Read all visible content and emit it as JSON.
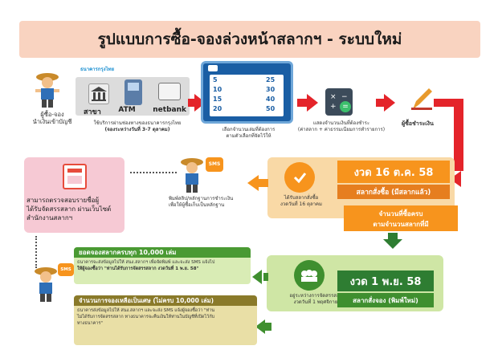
{
  "title": "รูปแบบการซื้อ-จองล่วงหน้าสลากฯ - ระบบใหม่",
  "step1": {
    "buyer_label": "ผู้ซื้อ-จอง",
    "buyer_sub": "นำเงินเข้าบัญชี",
    "bank_name": "ธนาคารกรุงไทย",
    "channels": [
      "สาขา",
      "ATM",
      "netbank"
    ],
    "service_text": "ใช้บริการผ่านช่องทางของธนาคารกรุงไทย",
    "period_text": "(จองระหว่างวันที่ 3-7 ตุลาคม)"
  },
  "step2": {
    "numbers_left": [
      "5",
      "10",
      "15",
      "20"
    ],
    "numbers_right": [
      "25",
      "30",
      "40",
      "50"
    ],
    "text1": "เลือกจำนวนเล่มที่ต้องการ",
    "text2": "ตามตัวเลือกที่จัดไว้ให้"
  },
  "step3": {
    "text1": "แสดงจำนวนเงินที่ต้องชำระ",
    "text2": "(ค่าสลาก + ค่าธรรมเนียมการทำรายการ)"
  },
  "step4": {
    "payer_label": "ผู้ซื้อชำระเงิน"
  },
  "orange": {
    "date_label": "งวด 16 ต.ค. 58",
    "status_label": "สลากสั่งซื้อ (มีสลากแล้ว)",
    "small1": "ได้รับสลากสั่งซื้อ",
    "small2": "งวดวันที่ 16 ตุลาคม",
    "orange_banner1": "จำนวนที่ซื้อครบ",
    "orange_banner2": "ตามจำนวนสลากที่มี"
  },
  "middle": {
    "slip_text1": "พิมพ์สลิป/หลักฐานการชำระเงิน",
    "slip_text2": "เพื่อให้ผู้ซื้อเก็บเป็นหลักฐาน",
    "sms_label": "SMS"
  },
  "pink": {
    "text1": "สามารถตรวจสอบรายชื่อผู้",
    "text2": "ได้รับจัดสรรสลาก ผ่านเว็บไซต์",
    "text3": "สำนักงานสลากฯ"
  },
  "green": {
    "date_label": "งวด 1 พ.ย. 58",
    "status_label": "สลากสั่งจอง (พิมพ์ใหม่)",
    "small1": "อยู่ระหว่างการจัดสรรสลาก",
    "small2": "งวดวันที่ 1 พฤศจิกายน"
  },
  "box1": {
    "heading": "ยอดจองสลากครบทุก 10,000 เล่ม",
    "line1": "ธนาคารจะส่งข้อมูลไปให้ สนง.สลากฯ เพื่อจัดพิมพ์ และจะส่ง SMS แจ้งไป",
    "line2": "ให้ผู้จองซื้อว่า \"ท่านได้รับการจัดสรรสลาก งวดวันที่ 1 พ.ย. 58\""
  },
  "box2": {
    "heading": "จำนวนการจองเหลือเป็นเศษ (ไม่ครบ 10,000 เล่ม)",
    "line1": "ธนาคารส่งข้อมูลไปให้ สนง.สลากฯ และจะส่ง SMS แจ้งผู้จองซื้อว่า \"ท่าน",
    "line2": "ไม่ได้รับการจัดสรรสลาก ทางธนาคารจะคืนเงินให้ท่านในบัญชีที่เปิดไว้กับ",
    "line3": "ทางธนาคาร\""
  },
  "colors": {
    "red": "#e4242a",
    "orange": "#f7941d",
    "green": "#3f8f2f",
    "title_bg": "#f9d3c0"
  }
}
